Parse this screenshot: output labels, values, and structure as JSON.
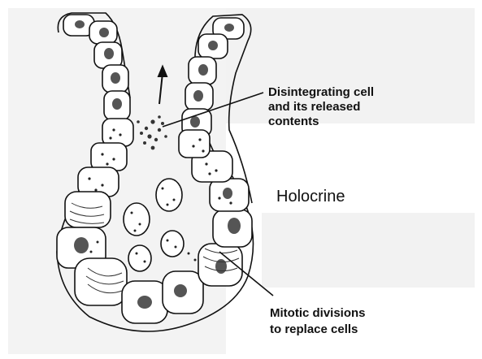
{
  "labels": {
    "disintegrating_line1": "Disintegrating cell",
    "disintegrating_line2": "and its released",
    "disintegrating_line3": "contents",
    "gland_type": "Holocrine",
    "mitotic_line1": "Mitotic divisions",
    "mitotic_line2": "to replace cells"
  },
  "colors": {
    "background": "#ffffff",
    "panel": "#f2f2f2",
    "outline": "#111111",
    "nucleus": "#555555"
  }
}
